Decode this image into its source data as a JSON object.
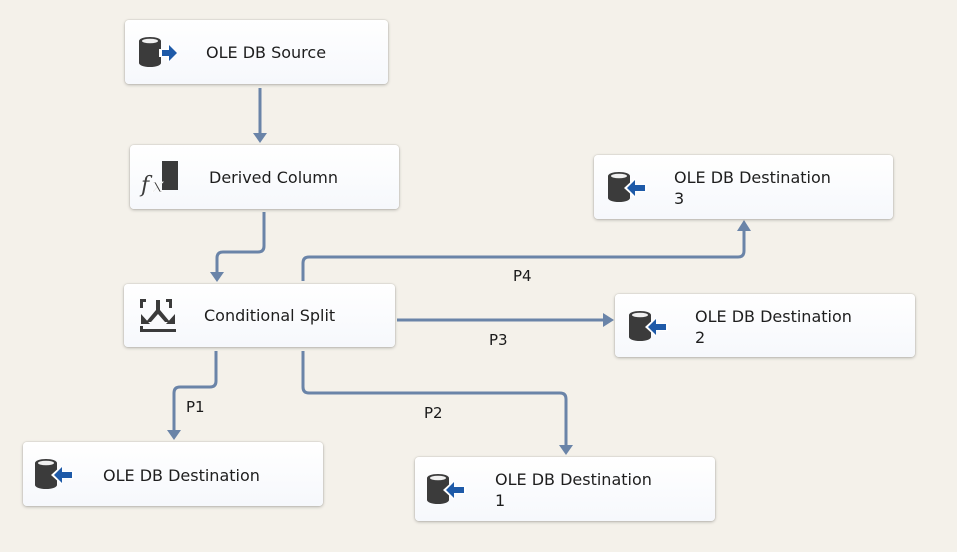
{
  "canvas": {
    "background": "#f4f1ea",
    "connector_color": "#6a84a8",
    "icon_dark": "#3b3b3b",
    "icon_arrow": "#1e5aa8"
  },
  "nodes": [
    {
      "id": "ole_db_source",
      "label": "OLE DB Source",
      "icon": "database-source-icon"
    },
    {
      "id": "derived_column",
      "label": "Derived Column",
      "icon": "derived-column-fx-icon"
    },
    {
      "id": "conditional_split",
      "label": "Conditional Split",
      "icon": "conditional-split-icon"
    },
    {
      "id": "ole_db_destination_3",
      "label": "OLE DB Destination\n3",
      "icon": "database-destination-icon"
    },
    {
      "id": "ole_db_destination_2",
      "label": "OLE DB Destination\n2",
      "icon": "database-destination-icon"
    },
    {
      "id": "ole_db_destination",
      "label": "OLE DB Destination",
      "icon": "database-destination-icon"
    },
    {
      "id": "ole_db_destination_1",
      "label": "OLE DB Destination\n1",
      "icon": "database-destination-icon"
    }
  ],
  "edges": [
    {
      "from": "ole_db_source",
      "to": "derived_column",
      "label": ""
    },
    {
      "from": "derived_column",
      "to": "conditional_split",
      "label": ""
    },
    {
      "from": "conditional_split",
      "to": "ole_db_destination",
      "label": "P1"
    },
    {
      "from": "conditional_split",
      "to": "ole_db_destination_1",
      "label": "P2"
    },
    {
      "from": "conditional_split",
      "to": "ole_db_destination_2",
      "label": "P3"
    },
    {
      "from": "conditional_split",
      "to": "ole_db_destination_3",
      "label": "P4"
    }
  ]
}
